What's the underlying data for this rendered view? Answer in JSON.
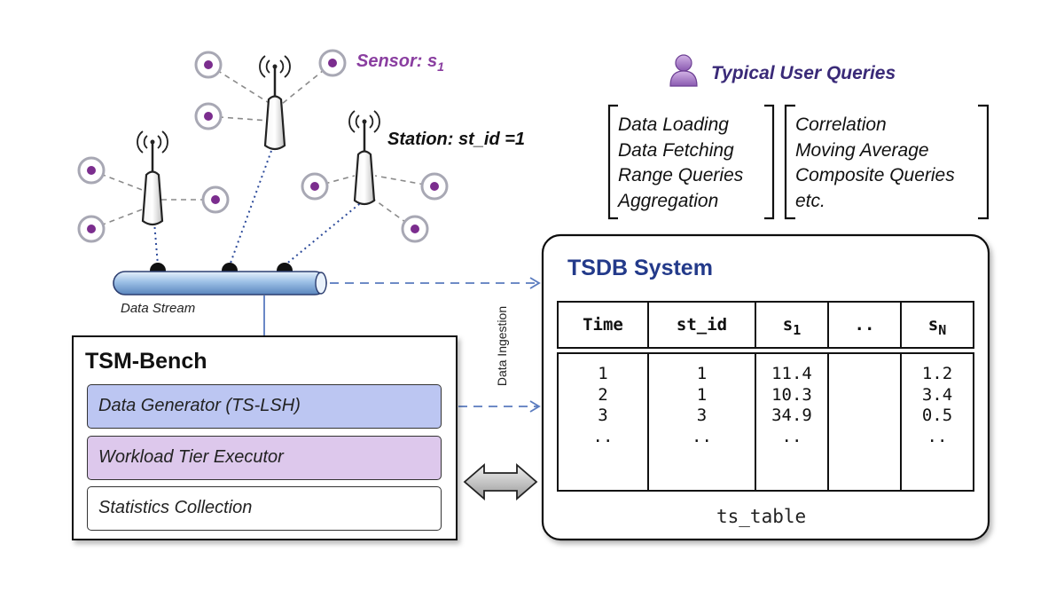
{
  "sensor_label": "Sensor: s",
  "sensor_sub": "1",
  "station_label": "Station: st_id =1",
  "stream_label": "Data Stream",
  "ingestion_label": "Data Ingestion",
  "user_queries": {
    "title": "Typical User Queries",
    "left": [
      "Data Loading",
      "Data Fetching",
      "Range Queries",
      "Aggregation"
    ],
    "right": [
      "Correlation",
      "Moving Average",
      "Composite Queries",
      "etc."
    ]
  },
  "tsdb": {
    "title": "TSDB System",
    "table_name": "ts_table",
    "headers": [
      "Time",
      "st_id",
      "s",
      "..",
      "s"
    ],
    "header_subs": [
      "",
      "",
      "1",
      "",
      "N"
    ],
    "columns": [
      [
        "1",
        "2",
        "3",
        ".."
      ],
      [
        "1",
        "1",
        "3",
        ".."
      ],
      [
        "11.4",
        "10.3",
        "34.9",
        ".."
      ],
      [],
      [
        "1.2",
        "3.4",
        "0.5",
        ".."
      ]
    ]
  },
  "tsm_bench": {
    "title": "TSM-Bench",
    "modules": [
      "Data Generator (TS-LSH)",
      "Workload Tier Executor",
      "Statistics Collection"
    ]
  },
  "colors": {
    "sensor_purple": "#7b2d8e",
    "link_blue": "#2c4a9a",
    "arrow_blue": "#5a7bbf",
    "generator_fill": "#bcc6f2",
    "executor_fill": "#ddc8ec",
    "title_blue": "#233a8a"
  },
  "icons": [
    "user-icon",
    "antenna-tower-icon",
    "sensor-node-icon",
    "double-arrow-icon"
  ]
}
